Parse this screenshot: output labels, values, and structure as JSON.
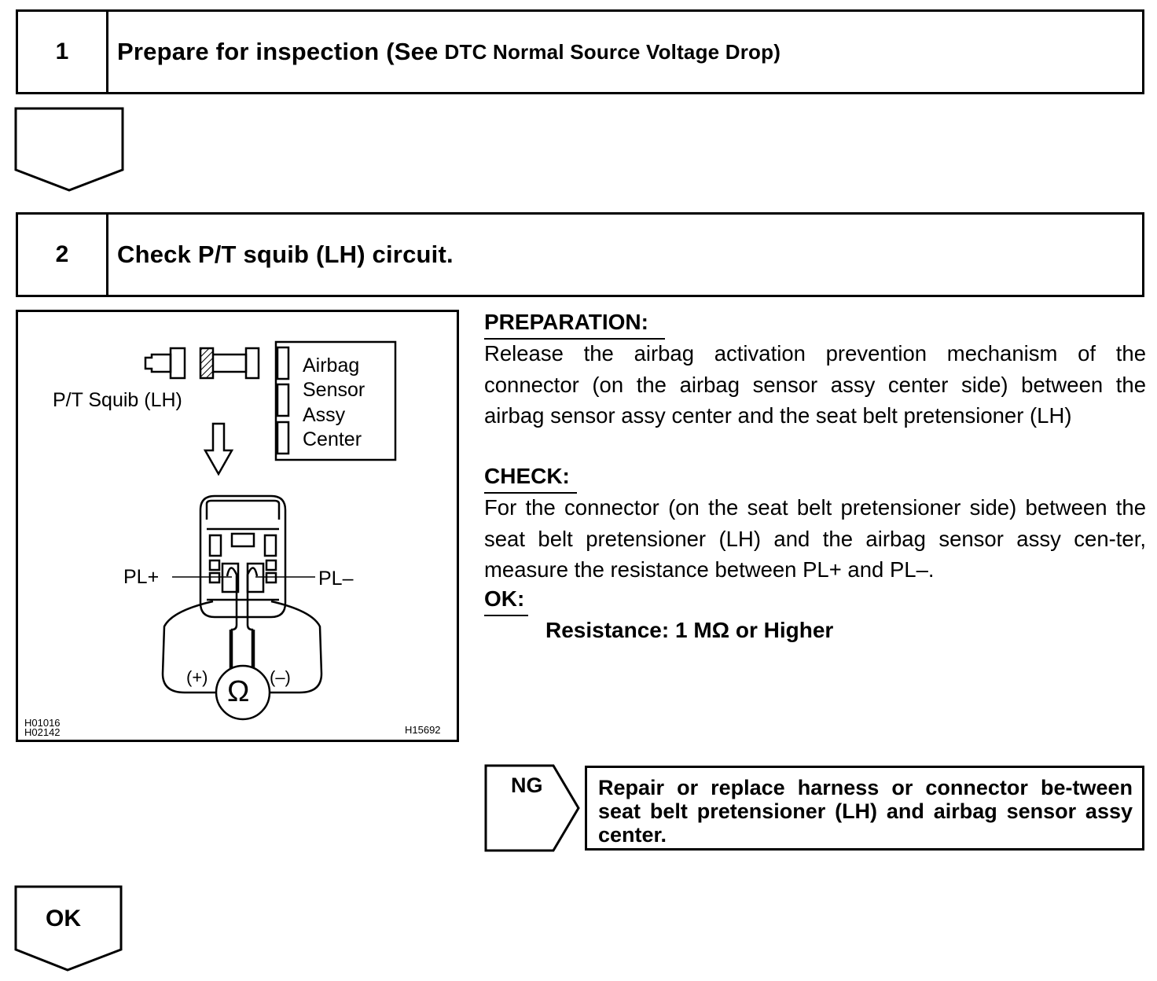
{
  "step1": {
    "number": "1",
    "title": "Prepare for inspection (See",
    "title_ref": "DTC Normal Source Voltage Drop)"
  },
  "step2": {
    "number": "2",
    "title": "Check P/T squib (LH) circuit."
  },
  "figure": {
    "squib_label": "P/T Squib (LH)",
    "sensor_label": [
      "Airbag",
      "Sensor",
      "Assy",
      "Center"
    ],
    "pin_plus": "PL+",
    "pin_minus": "PL–",
    "meter_plus": "(+)",
    "meter_minus": "(–)",
    "meter_symbol": "Ω",
    "code_left_1": "H01016",
    "code_left_2": "H02142",
    "code_right": "H15692"
  },
  "preparation": {
    "heading": "PREPARATION:",
    "text": "Release the airbag activation prevention mechanism of the connector (on the airbag sensor assy center side) between the airbag sensor assy center and the seat belt pretensioner (LH)"
  },
  "check": {
    "heading": "CHECK:",
    "text": "For the connector (on the seat belt pretensioner side) between the seat belt pretensioner (LH) and the airbag sensor assy cen-ter, measure the resistance between PL+ and PL–."
  },
  "ok_spec": {
    "heading": "OK:",
    "value": "Resistance: 1 MΩ or Higher"
  },
  "ng_result": {
    "label": "NG",
    "action": "Repair or replace harness or connector be-tween seat belt pretensioner (LH) and airbag sensor assy center."
  },
  "ok_result": {
    "label": "OK"
  }
}
